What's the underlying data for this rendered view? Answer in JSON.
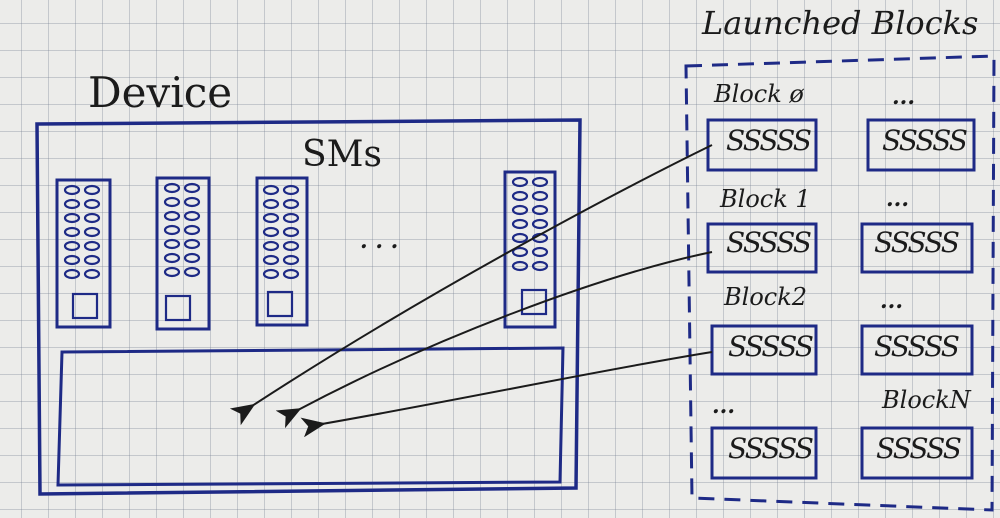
{
  "title": "Launched Blocks",
  "device": {
    "label": "Device",
    "sm_label": "SMs",
    "ellipsis": ". . ."
  },
  "blocks": [
    {
      "label": "Block ø",
      "glyphs": "SSSSS"
    },
    {
      "label": "Block 1",
      "glyphs": "SSSSS"
    },
    {
      "label": "Block2",
      "glyphs": "SSSSS"
    },
    {
      "label": "...",
      "glyphs": "SSSSS"
    },
    {
      "label": "...",
      "glyphs": "SSSSS"
    },
    {
      "label": "...",
      "glyphs": "SSSSS"
    },
    {
      "label": "...",
      "glyphs": "SSSSS"
    },
    {
      "label": "BlockN",
      "glyphs": "SSSSS"
    }
  ],
  "colors": {
    "ink_blue": "#1e2a86",
    "ink_black": "#1b1b1b",
    "paper": "#ececea"
  }
}
